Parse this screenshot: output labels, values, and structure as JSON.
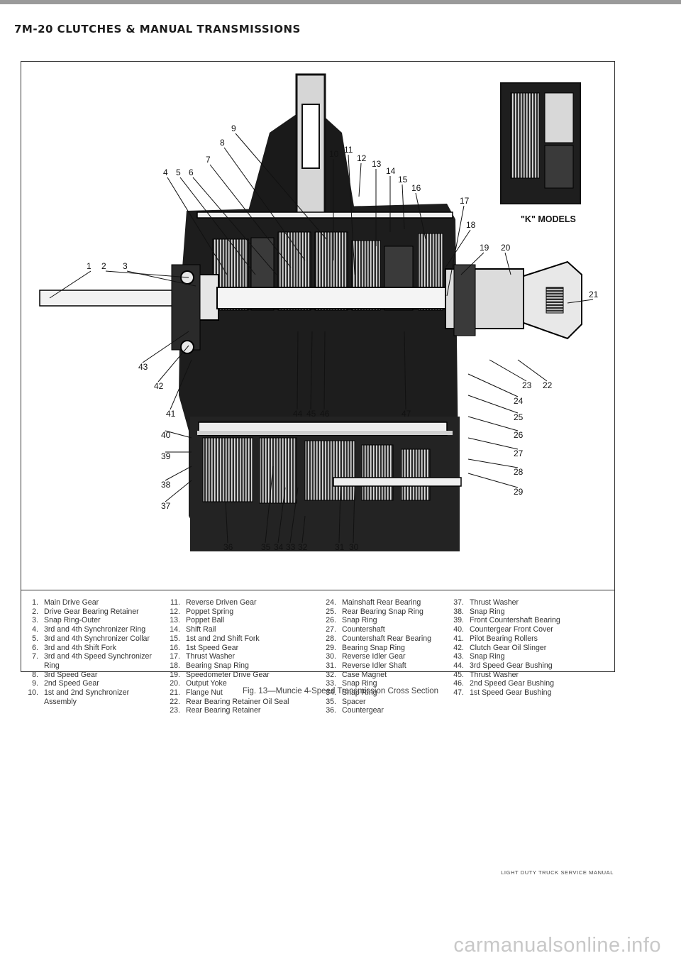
{
  "header": {
    "title": "7M-20 CLUTCHES & MANUAL TRANSMISSIONS"
  },
  "figure": {
    "inset_label": "\"K\" MODELS",
    "callouts": [
      "1",
      "2",
      "3",
      "4",
      "5",
      "6",
      "7",
      "8",
      "9",
      "10",
      "11",
      "12",
      "13",
      "14",
      "15",
      "16",
      "17",
      "18",
      "19",
      "20",
      "21",
      "22",
      "23",
      "24",
      "25",
      "26",
      "27",
      "28",
      "29",
      "30",
      "31",
      "32",
      "33",
      "34",
      "35",
      "36",
      "37",
      "38",
      "39",
      "40",
      "41",
      "42",
      "43",
      "44",
      "45",
      "46",
      "47"
    ],
    "caption": "Fig. 13—Muncie 4-Speed Transmission Cross Section"
  },
  "legend": {
    "columns": [
      [
        {
          "num": "1.",
          "text": "Main Drive Gear"
        },
        {
          "num": "2.",
          "text": "Drive Gear Bearing Retainer"
        },
        {
          "num": "3.",
          "text": "Snap Ring-Outer"
        },
        {
          "num": "4.",
          "text": "3rd and 4th Synchronizer Ring"
        },
        {
          "num": "5.",
          "text": "3rd and 4th Synchronizer Collar"
        },
        {
          "num": "6.",
          "text": "3rd and 4th Shift Fork"
        },
        {
          "num": "7.",
          "text": "3rd and 4th Speed Synchronizer Ring"
        },
        {
          "num": "8.",
          "text": "3rd Speed Gear"
        },
        {
          "num": "9.",
          "text": "2nd Speed Gear"
        },
        {
          "num": "10.",
          "text": "1st and 2nd Synchronizer Assembly"
        }
      ],
      [
        {
          "num": "11.",
          "text": "Reverse Driven Gear"
        },
        {
          "num": "12.",
          "text": "Poppet Spring"
        },
        {
          "num": "13.",
          "text": "Poppet Ball"
        },
        {
          "num": "14.",
          "text": "Shift Rail"
        },
        {
          "num": "15.",
          "text": "1st and 2nd Shift Fork"
        },
        {
          "num": "16.",
          "text": "1st Speed Gear"
        },
        {
          "num": "17.",
          "text": "Thrust Washer"
        },
        {
          "num": "18.",
          "text": "Bearing Snap Ring"
        },
        {
          "num": "19.",
          "text": "Speedometer Drive Gear"
        },
        {
          "num": "20.",
          "text": "Output Yoke"
        },
        {
          "num": "21.",
          "text": "Flange Nut"
        },
        {
          "num": "22.",
          "text": "Rear Bearing Retainer Oil Seal"
        },
        {
          "num": "23.",
          "text": "Rear Bearing Retainer"
        }
      ],
      [
        {
          "num": "24.",
          "text": "Mainshaft Rear Bearing"
        },
        {
          "num": "25.",
          "text": "Rear Bearing Snap Ring"
        },
        {
          "num": "26.",
          "text": "Snap Ring"
        },
        {
          "num": "27.",
          "text": "Countershaft"
        },
        {
          "num": "28.",
          "text": "Countershaft Rear Bearing"
        },
        {
          "num": "29.",
          "text": "Bearing Snap Ring"
        },
        {
          "num": "30.",
          "text": "Reverse Idler Gear"
        },
        {
          "num": "31.",
          "text": "Reverse Idler Shaft"
        },
        {
          "num": "32.",
          "text": "Case Magnet"
        },
        {
          "num": "33.",
          "text": "Snap Ring"
        },
        {
          "num": "34.",
          "text": "Snap Ring"
        },
        {
          "num": "35.",
          "text": "Spacer"
        },
        {
          "num": "36.",
          "text": "Countergear"
        }
      ],
      [
        {
          "num": "37.",
          "text": "Thrust Washer"
        },
        {
          "num": "38.",
          "text": "Snap Ring"
        },
        {
          "num": "39.",
          "text": "Front Countershaft Bearing"
        },
        {
          "num": "40.",
          "text": "Countergear Front Cover"
        },
        {
          "num": "41.",
          "text": "Pilot Bearing Rollers"
        },
        {
          "num": "42.",
          "text": "Clutch Gear Oil Slinger"
        },
        {
          "num": "43.",
          "text": "Snap Ring"
        },
        {
          "num": "44.",
          "text": "3rd Speed Gear Bushing"
        },
        {
          "num": "45.",
          "text": "Thrust Washer"
        },
        {
          "num": "46.",
          "text": "2nd Speed Gear Bushing"
        },
        {
          "num": "47.",
          "text": "1st Speed Gear Bushing"
        }
      ]
    ]
  },
  "footer": {
    "manual": "LIGHT DUTY TRUCK SERVICE MANUAL"
  },
  "watermark": "carmanualsonline.info"
}
